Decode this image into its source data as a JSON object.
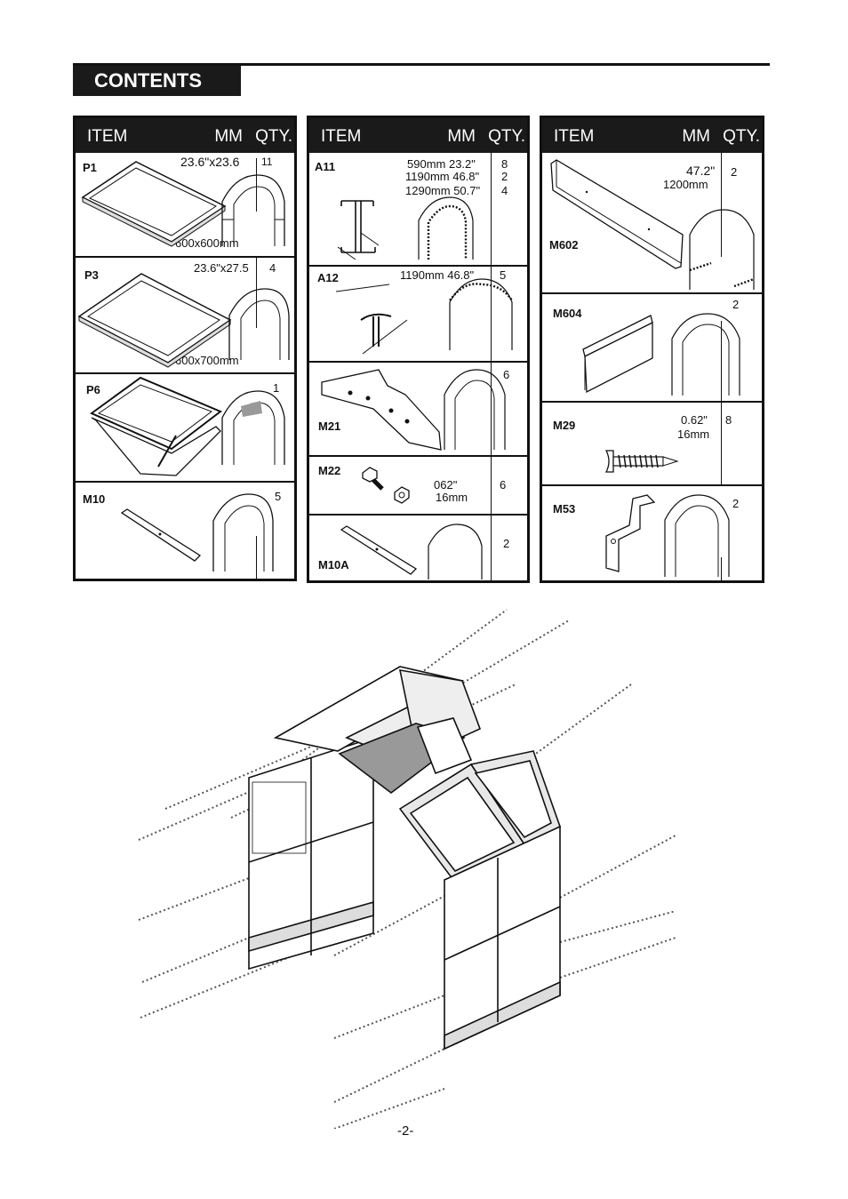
{
  "title": "CONTENTS",
  "headers": {
    "item": "ITEM",
    "mm": "MM",
    "qty": "QTY."
  },
  "col1": {
    "p1": {
      "code": "P1",
      "size": "23.6\"x23.6",
      "mm": "600x600mm",
      "qty": "11"
    },
    "p3": {
      "code": "P3",
      "size": "23.6\"x27.5",
      "mm": "600x700mm",
      "qty": "4"
    },
    "p6": {
      "code": "P6",
      "qty": "1"
    },
    "m10": {
      "code": "M10",
      "qty": "5"
    }
  },
  "col2": {
    "a11": {
      "code": "A11",
      "line1": "590mm  23.2\"",
      "line2": "1190mm 46.8\"",
      "line3": "1290mm 50.7\"",
      "qty1": "8",
      "qty2": "2",
      "qty3": "4"
    },
    "a12": {
      "code": "A12",
      "size": "1190mm  46.8\"",
      "qty": "5"
    },
    "m21": {
      "code": "M21",
      "qty": "6"
    },
    "m22": {
      "code": "M22",
      "size1": "062\"",
      "size2": "16mm",
      "qty": "6"
    },
    "m10a": {
      "code": "M10A",
      "qty": "2"
    }
  },
  "col3": {
    "m602": {
      "code": "M602",
      "size1": "47.2\"",
      "size2": "1200mm",
      "qty": "2"
    },
    "m604": {
      "code": "M604",
      "qty": "2"
    },
    "m29": {
      "code": "M29",
      "size1": "0.62\"",
      "size2": "16mm",
      "qty": "8"
    },
    "m53": {
      "code": "M53",
      "qty": "2"
    }
  },
  "page_number": "-2-"
}
